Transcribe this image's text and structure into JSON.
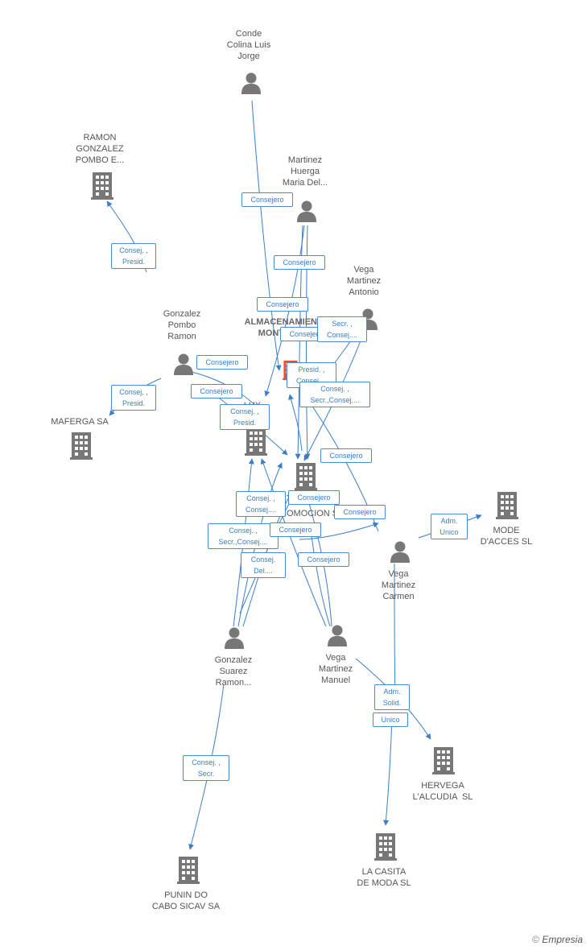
{
  "nodes": [
    {
      "id": "conde",
      "type": "person",
      "label": "Conde\nColina Luis\nJorge"
    },
    {
      "id": "ramon_ge",
      "type": "company",
      "label": "RAMON\nGONZALEZ\nPOMBO E..."
    },
    {
      "id": "mhuerga",
      "type": "person",
      "label": "Martinez\nHuerga\nMaria Del..."
    },
    {
      "id": "vma",
      "type": "person",
      "label": "Vega\nMartinez\nAntonio"
    },
    {
      "id": "gpr",
      "type": "person",
      "label": "Gonzalez\nPombo\nRamon"
    },
    {
      "id": "alm",
      "type": "company-focus",
      "label": "ALMACENAMIENTOS\nMONTAJES SA"
    },
    {
      "id": "maferga",
      "type": "company",
      "label": "MAFERGA SA"
    },
    {
      "id": "lux",
      "type": "company",
      "label": "LUX..."
    },
    {
      "id": "promo",
      "type": "company",
      "label": "PROMOCION S..."
    },
    {
      "id": "mode",
      "type": "company",
      "label": "MODE\nD'ACCES SL"
    },
    {
      "id": "vmc",
      "type": "person",
      "label": "Vega\nMartinez\nCarmen"
    },
    {
      "id": "gsr",
      "type": "person",
      "label": "Gonzalez\nSuarez\nRamon..."
    },
    {
      "id": "vmm",
      "type": "person",
      "label": "Vega\nMartinez\nManuel"
    },
    {
      "id": "hervega",
      "type": "company",
      "label": "HERVEGA\nL'ALCUDIA  SL"
    },
    {
      "id": "punin",
      "type": "company",
      "label": "PUNIN DO\nCABO SICAV SA"
    },
    {
      "id": "casita",
      "type": "company",
      "label": "LA CASITA\nDE MODA SL"
    }
  ],
  "edge_labels": [
    "Consejero",
    "Consej. ,\nPresid.",
    "Consejero",
    "Consejero",
    "Consejero",
    "Secr. ,\nConsej....",
    "Consejero",
    "Consejero",
    "Consej. ,\nPresid.",
    "Presid. ,\nConsej....",
    "Consej. ,\nSecr.,Consej....",
    "Consej. ,\nPresid.",
    "Consejero",
    "Consejero",
    "Adm.\nUnico",
    "Consej. ,\nConsej....",
    "Consejero",
    "Consej. ,\nSecr.,Consej....",
    "Consejero",
    "Consej.\nDel....",
    "Consejero",
    "Adm.\nSolid.",
    "Unico",
    "Consej. ,\nSecr."
  ],
  "colors": {
    "edge": "#3a7dc9",
    "node": "#777777",
    "focus": "#e8502a"
  },
  "watermark": {
    "symbol": "©",
    "brand": "Empresia"
  }
}
